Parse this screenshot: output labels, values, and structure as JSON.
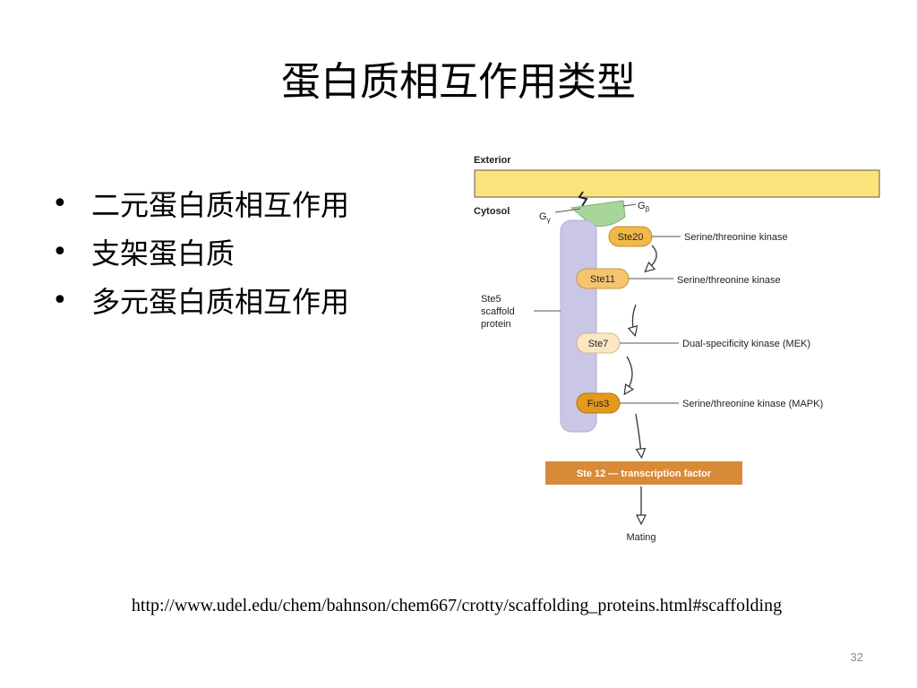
{
  "slide": {
    "title": "蛋白质相互作用类型",
    "bullets": [
      {
        "marker": "•",
        "text": "二元蛋白质相互作用"
      },
      {
        "marker": "•",
        "text": "支架蛋白质"
      },
      {
        "marker": "•",
        "text": "多元蛋白质相互作用"
      }
    ],
    "source_url": "http://www.udel.edu/chem/bahnson/chem667/crotty/scaffolding_proteins.html#scaffolding",
    "page_number": "32"
  },
  "diagram": {
    "exterior_label": "Exterior",
    "cytosol_label": "Cytosol",
    "g_gamma": {
      "base": "G",
      "sub": "γ"
    },
    "g_beta": {
      "base": "G",
      "sub": "β"
    },
    "scaffold_label_lines": [
      "Ste5",
      "scaffold",
      "protein"
    ],
    "proteins": [
      {
        "name": "Ste20",
        "description": "Serine/threonine kinase"
      },
      {
        "name": "Ste11",
        "description": "Serine/threonine kinase"
      },
      {
        "name": "Ste7",
        "description": "Dual-specificity kinase (MEK)"
      },
      {
        "name": "Fus3",
        "description": "Serine/threonine kinase (MAPK)"
      }
    ],
    "transcription_factor": "Ste 12 — transcription factor",
    "outcome": "Mating",
    "colors": {
      "membrane": "#fbe27a",
      "membrane_edge": "#5a5a5a",
      "g_protein": "#a8d59a",
      "scaffold": "#c9c6e6",
      "ste20": "#f1b94a",
      "ste11": "#f5c46f",
      "ste7": "#fbe7c4",
      "fus3": "#e39a1c",
      "transcription_factor": "#d98a37"
    }
  }
}
